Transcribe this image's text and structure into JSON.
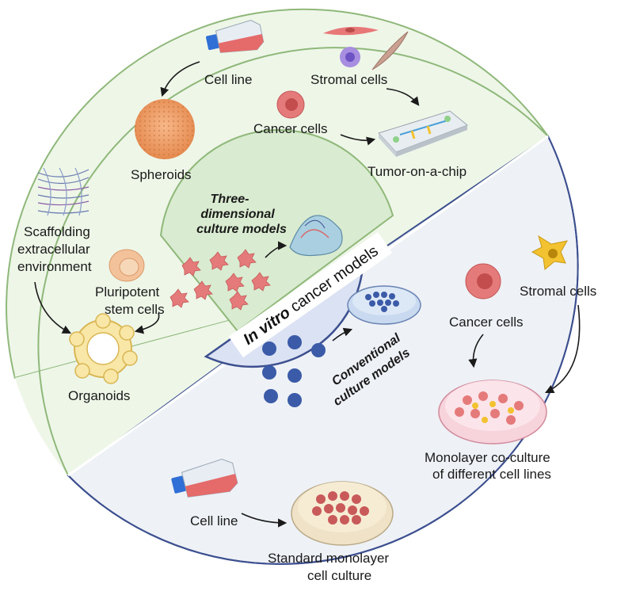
{
  "banner": {
    "emphasis": "In vitro",
    "rest": " cancer models"
  },
  "three_d": {
    "section_title": [
      "Three-",
      "dimensional",
      "culture models"
    ],
    "cell_line_label": "Cell line",
    "spheroids_label": "Spheroids",
    "stromal_label": "Stromal cells",
    "cancer_label": "Cancer cells",
    "chip_label": "Tumor-on-a-chip",
    "scaffold_label": [
      "Scaffolding",
      "extracellular",
      "environment"
    ],
    "stem_label": [
      "Pluripotent",
      "stem cells"
    ],
    "organoids_label": "Organoids"
  },
  "conventional": {
    "section_title": [
      "Conventional",
      "culture models"
    ],
    "cancer_label": "Cancer cells",
    "stromal_label": "Stromal cells",
    "coculture_label": [
      "Monolayer co-culture",
      "of different cell lines"
    ],
    "cell_line_label": "Cell line",
    "standard_label": [
      "Standard monolayer",
      "cell culture"
    ]
  },
  "colors": {
    "three_d_bg": "#eef6e8",
    "three_d_border": "#8fb87a",
    "three_d_inner": "#d9ebd0",
    "conv_bg": "#eef1f6",
    "conv_border": "#3c4f8f",
    "conv_inner": "#dbe2f3",
    "cancer_cell": "#e57a7a",
    "stromal_yellow": "#f2c230",
    "blue_cell": "#3b5ba8"
  }
}
